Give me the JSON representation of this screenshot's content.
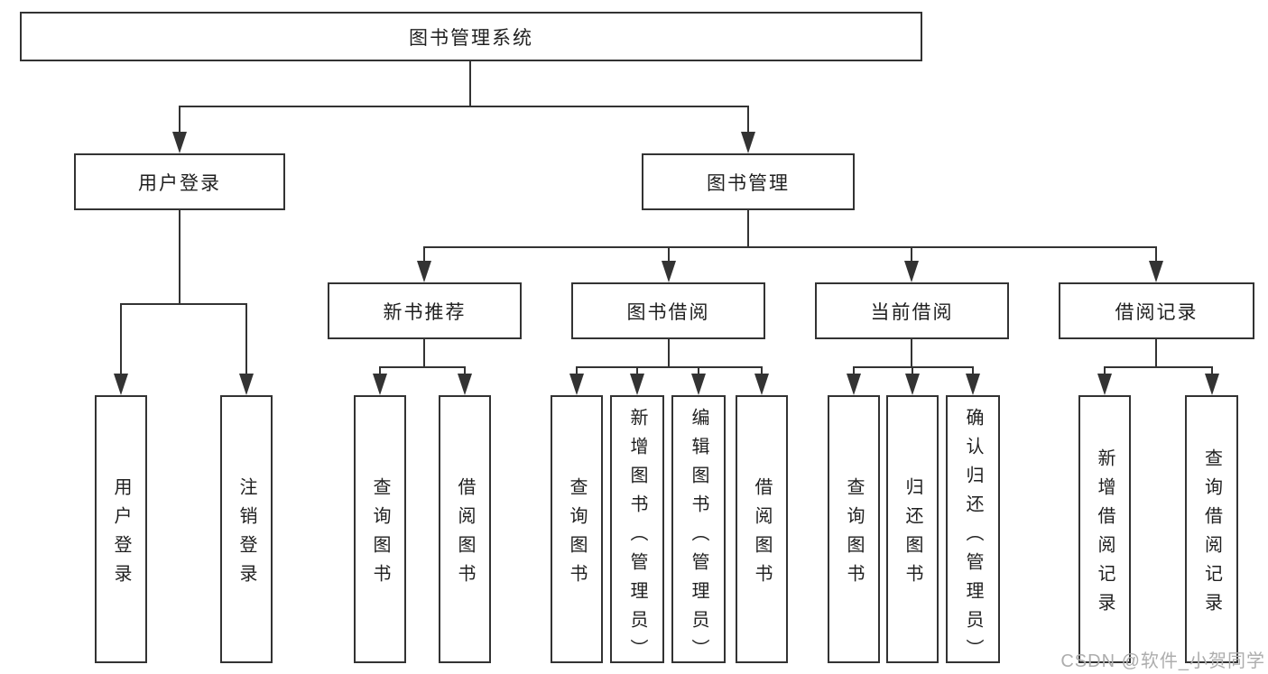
{
  "meta": {
    "background_color": "#ffffff",
    "line_color": "#333333",
    "text_color": "#1f1f1f",
    "watermark_color": "#adadad"
  },
  "tree": {
    "root": "图书管理系统",
    "branches": [
      {
        "label": "用户登录",
        "leaves": [
          "用户登录",
          "注销登录"
        ]
      },
      {
        "label": "图书管理",
        "sections": [
          {
            "label": "新书推荐",
            "leaves": [
              "查询图书",
              "借阅图书"
            ]
          },
          {
            "label": "图书借阅",
            "leaves": [
              "查询图书",
              "新增图书（管理员）",
              "编辑图书（管理员）",
              "借阅图书"
            ]
          },
          {
            "label": "当前借阅",
            "leaves": [
              "查询图书",
              "归还图书",
              "确认归还（管理员）"
            ]
          },
          {
            "label": "借阅记录",
            "leaves": [
              "新增借阅记录",
              "查询借阅记录"
            ]
          }
        ]
      }
    ]
  },
  "watermark": "CSDN @软件_小贺同学"
}
